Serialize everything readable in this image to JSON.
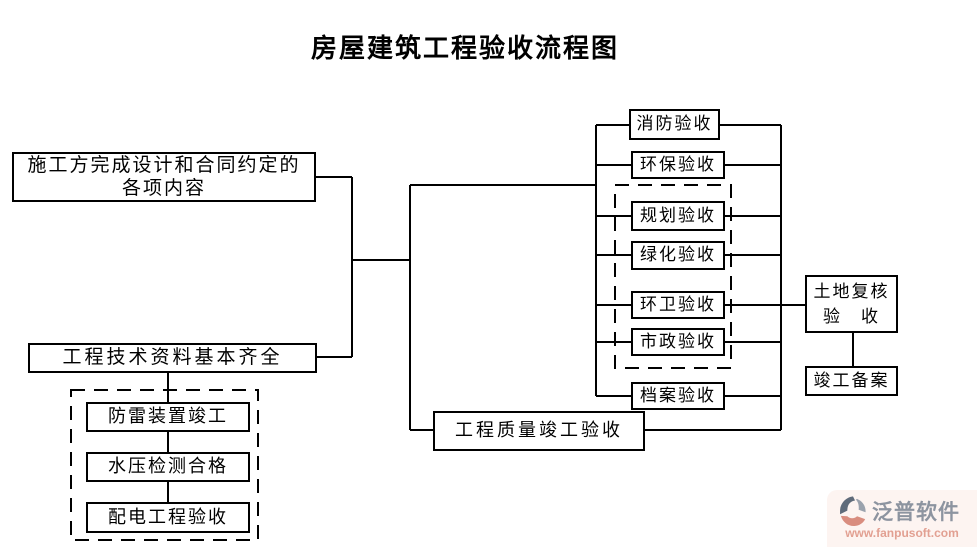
{
  "title": "房屋建筑工程验收流程图",
  "nodes": {
    "start_line1": "施工方完成设计和合同约定的",
    "start_line2": "各项内容",
    "tech_docs": "工程技术资料基本齐全",
    "lightning_protection": "防雷装置竣工",
    "water_pressure": "水压检测合格",
    "power_distribution": "配电工程验收",
    "fire": "消防验收",
    "env_protection": "环保验收",
    "planning": "规划验收",
    "greening": "绿化验收",
    "sanitation": "环卫验收",
    "municipal": "市政验收",
    "archives": "档案验收",
    "quality": "工程质量竣工验收",
    "land_review_line1": "土地复核",
    "land_review_line2": "验　收",
    "completion_filing": "竣工备案"
  },
  "watermark": {
    "brand": "泛普软件",
    "url": "www.fanpusoft.com",
    "brand_color": "#8d94a0",
    "url_color": "#e2a092"
  },
  "colors": {
    "line": "#000000",
    "background": "#ffffff",
    "watermark_bg": "#fdf4f1"
  }
}
